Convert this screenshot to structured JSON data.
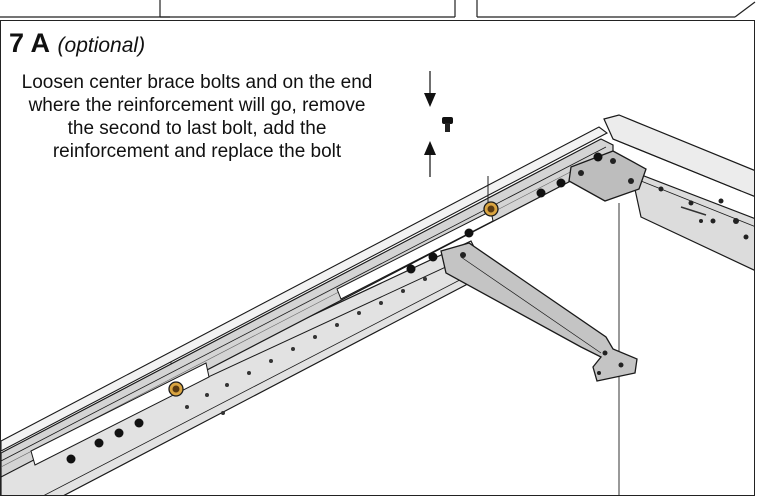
{
  "step": {
    "number": "7 A",
    "qualifier": "(optional)",
    "instruction": "Loosen center brace bolts and on the end where the reinforcement will go, remove the second to last bolt, add the reinforcement and replace the bolt"
  },
  "colors": {
    "rail_fill": "#e6e6e6",
    "rail_shadow": "#c4c4c4",
    "plate_fill": "#bdbdbd",
    "outline": "#1a1a1a",
    "highlight_bolt": "#d9a441"
  },
  "icons": {
    "arrow_down": "arrow-down-icon",
    "arrow_up": "arrow-up-icon",
    "bolt": "bolt-icon"
  }
}
